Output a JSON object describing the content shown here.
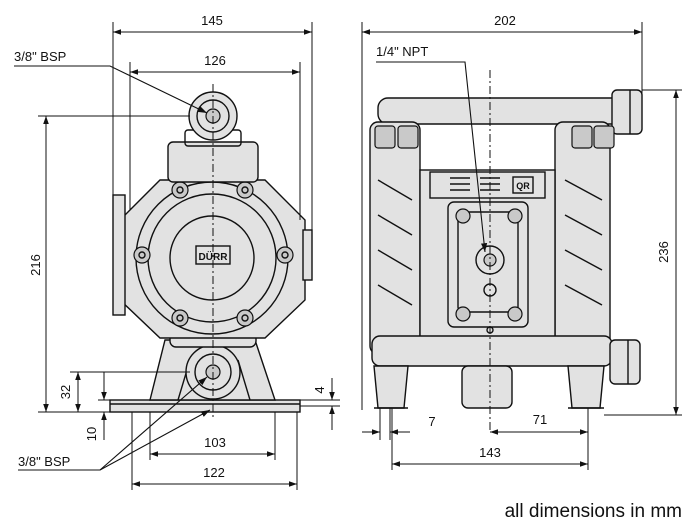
{
  "labels": {
    "port_top_left": "3/8\" BSP",
    "port_bottom_left": "3/8\" BSP",
    "air_port": "1/4\" NPT",
    "logo": "DÜRR",
    "small_logo": "QR"
  },
  "dimensions": {
    "front_width_overall": "145",
    "front_width_inner": "126",
    "front_height": "216",
    "front_outlet_height": "32",
    "front_base_thickness": "10",
    "front_base_step": "4",
    "front_base_inner": "103",
    "front_base_outer": "122",
    "side_width_overall": "202",
    "side_height": "236",
    "side_foot_offset": "7",
    "side_foot_spacing": "71",
    "side_base_width": "143"
  },
  "note": "all dimensions in mm",
  "colors": {
    "line": "#111111",
    "fill": "#e2e2e2",
    "fill_dark": "#c9c9c9"
  }
}
